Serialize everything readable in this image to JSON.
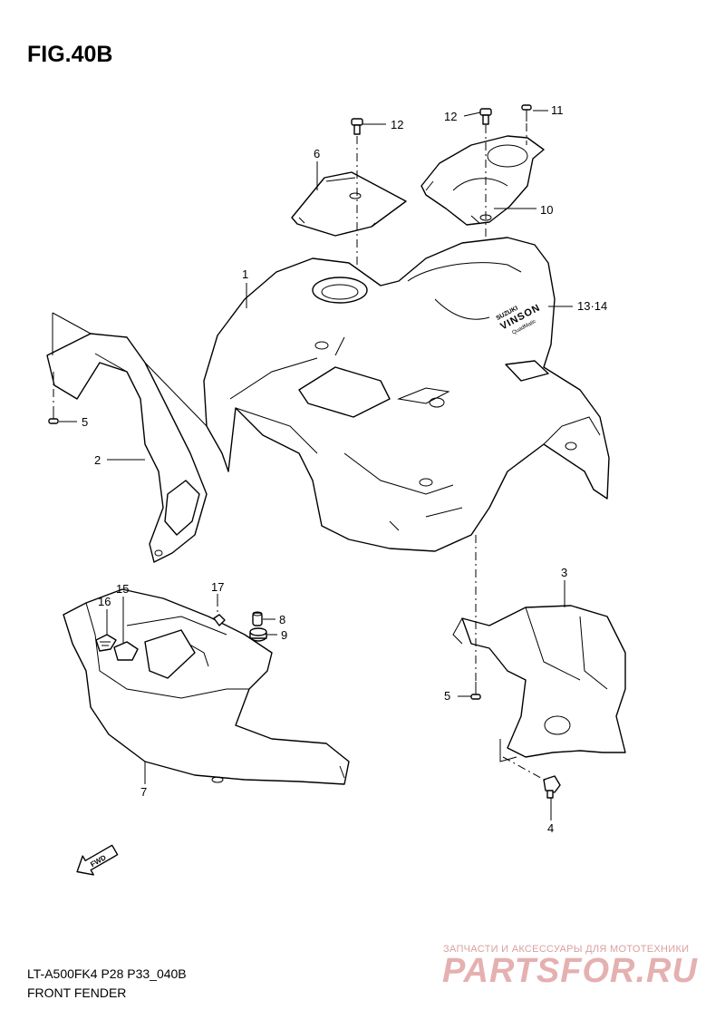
{
  "figure": {
    "title": "FIG.40B",
    "model_code": "LT-A500FK4 P28 P33_040B",
    "section_name": "FRONT FENDER"
  },
  "callouts": [
    {
      "id": "c1",
      "label": "1"
    },
    {
      "id": "c2",
      "label": "2"
    },
    {
      "id": "c3",
      "label": "3"
    },
    {
      "id": "c4",
      "label": "4"
    },
    {
      "id": "c5a",
      "label": "5"
    },
    {
      "id": "c5b",
      "label": "5"
    },
    {
      "id": "c6",
      "label": "6"
    },
    {
      "id": "c7",
      "label": "7"
    },
    {
      "id": "c8",
      "label": "8"
    },
    {
      "id": "c9",
      "label": "9"
    },
    {
      "id": "c10",
      "label": "10"
    },
    {
      "id": "c11",
      "label": "11"
    },
    {
      "id": "c12a",
      "label": "12"
    },
    {
      "id": "c12b",
      "label": "12"
    },
    {
      "id": "c13",
      "label": "13·14"
    },
    {
      "id": "c15",
      "label": "15"
    },
    {
      "id": "c16",
      "label": "16"
    },
    {
      "id": "c17",
      "label": "17"
    }
  ],
  "decal": {
    "brand": "SUZUKI",
    "model": "VINSON",
    "sub": "QuadMatic"
  },
  "fwd_label": "FWD",
  "watermark": {
    "tagline": "ЗАПЧАСТИ И АКСЕССУАРЫ ДЛЯ МОТОТЕХНИКИ",
    "site": "PARTSFOR.RU"
  }
}
